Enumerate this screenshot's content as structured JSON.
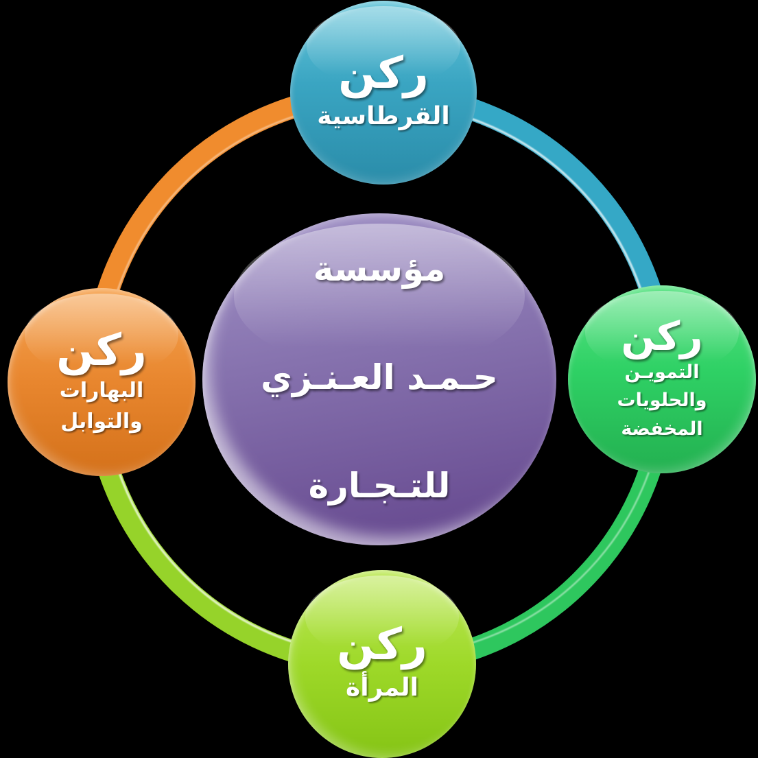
{
  "background_color": "#000000",
  "diagram": {
    "type": "cycle-diagram",
    "ring": {
      "thickness": 32,
      "arcs": [
        {
          "name": "arc-top-right",
          "color": "#35a8c6"
        },
        {
          "name": "arc-bottom-right",
          "color": "#2ec75e"
        },
        {
          "name": "arc-bottom-left",
          "color": "#96d32a"
        },
        {
          "name": "arc-top-left",
          "color": "#f08c2e"
        }
      ]
    },
    "center_node": {
      "color": "#6a4e93",
      "color_light": "#a293c7",
      "lines": [
        "مؤسسة",
        "حـمـد العـنـزي",
        "للتـجـارة"
      ]
    },
    "nodes": {
      "top": {
        "title": "ركن",
        "lines": [
          "القرطاسية"
        ],
        "color": "#3aa5c2",
        "color_light": "#68c6da"
      },
      "right": {
        "title": "ركن",
        "lines": [
          "التمويـن",
          "والحلويات",
          "المخفضة"
        ],
        "color": "#2fd165",
        "color_light": "#5ae384"
      },
      "left": {
        "title": "ركن",
        "lines": [
          "البهارات",
          "والتوابل"
        ],
        "color": "#e8862e",
        "color_light": "#f6a452"
      },
      "bottom": {
        "title": "ركن",
        "lines": [
          "المرأة"
        ],
        "color": "#9ed929",
        "color_light": "#bfe95c"
      }
    }
  }
}
